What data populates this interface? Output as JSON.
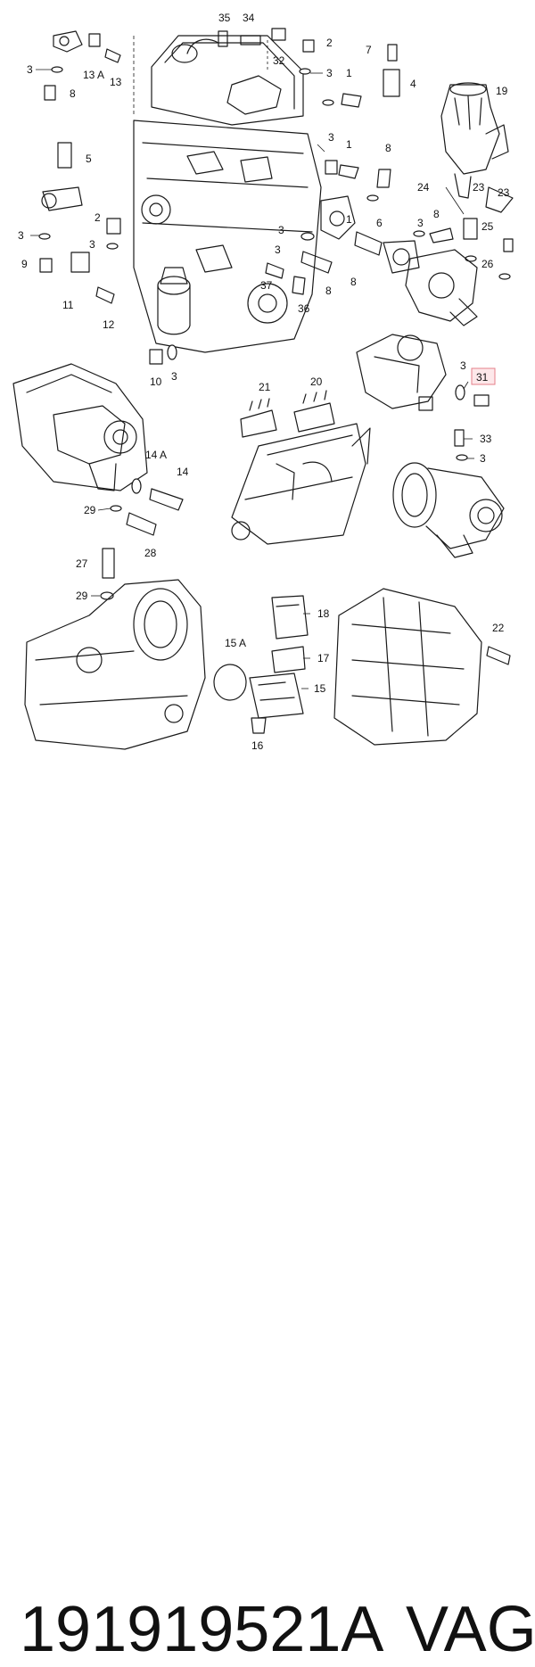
{
  "diagram": {
    "callouts": [
      "35",
      "34",
      "2",
      "13 A",
      "13",
      "3",
      "8",
      "32",
      "3",
      "1",
      "7",
      "4",
      "19",
      "3",
      "1",
      "8",
      "5",
      "3",
      "1",
      "24",
      "23",
      "23",
      "2",
      "8",
      "3",
      "6",
      "3",
      "25",
      "3",
      "3",
      "26",
      "9",
      "11",
      "37",
      "8",
      "12",
      "36",
      "8",
      "10",
      "3",
      "3",
      "31",
      "21",
      "20",
      "14 A",
      "14",
      "33",
      "3",
      "29",
      "28",
      "27",
      "29",
      "15 A",
      "18",
      "17",
      "22",
      "15",
      "16"
    ],
    "highlighted_callout": "31",
    "colors": {
      "ink": "#1a1a1a",
      "highlight_fill": "#fde8ea",
      "highlight_stroke": "#e57f8a"
    }
  },
  "footer": {
    "part_number": "191919521A",
    "brand": "VAG"
  }
}
